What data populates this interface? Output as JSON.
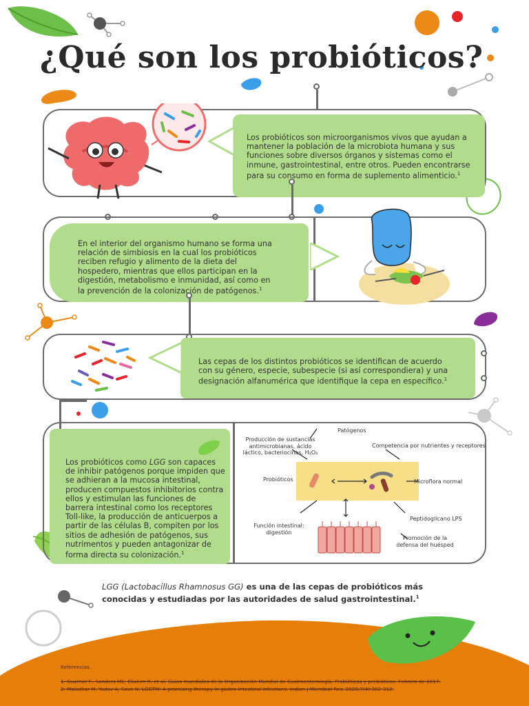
{
  "title": "¿Qué son los probióticos?",
  "colors": {
    "green": "#b1dc8c",
    "orange": "#e67e0a",
    "frame": "#6a6a6a",
    "blue": "#3b9ee8",
    "red": "#e8232a",
    "purple": "#8a2d9a"
  },
  "sections": [
    {
      "text": "Los probióticos son microorganismos vivos que ayudan a mantener la población de la microbiota humana y sus funciones sobre diversos órganos y sistemas como el inmune, gastrointestinal, entre otros. Pueden encontrarse para su consumo en forma de suplemento alimenticio.",
      "ref": "1",
      "illustration": "intestine-character-icon"
    },
    {
      "text": "En el interior del organismo humano se forma una relación de simbiosis en la cual los probióticos reciben refugio y alimento de la dieta del hospedero, mientras que ellos participan en la digestión, metabolismo e inmunidad, así como en la prevención de la colonización de patógenos.",
      "ref": "1",
      "illustration": "stomach-eating-icon"
    },
    {
      "text": "Las cepas de los distintos probióticos se identifican de acuerdo con su género, especie, subespecie (si así correspondiera) y una designación alfanumérica que identifique la cepa en específico.",
      "ref": "1",
      "illustration": "bacteria-cluster-icon"
    },
    {
      "text_before": "Los probióticos como ",
      "text_italic": "LGG",
      "text_after": " son capaces de inhibir patógenos porque impiden que se adhieran a la mucosa intestinal, producen compuestos inhibitorios contra ellos y estimulan las funciones de barrera intestinal como los receptores Toll-like, la producción de anticuerpos a partir de las células B, compiten por los sitios de adhesión de patógenos, sus nutrimentos y pueden antagonizar de forma directa su colonización.",
      "ref": "1"
    }
  ],
  "diagram": {
    "patogenos": "Patógenos",
    "produccion_line1": "Producción de sustancias",
    "produccion_line2": "antimicrobianas, ácido",
    "produccion_line3": "láctico, bacteriocinas, H₂O₂",
    "competencia": "Competencia por nutrientes y receptores",
    "probioticos": "Probióticos",
    "microflora": "Microflora normal",
    "funcion_line1": "Función intestinal:",
    "funcion_line2": "digestión",
    "peptidoglicano": "Peptidoglicano LPS",
    "promocion_line1": "Promoción de la",
    "promocion_line2": "defensa del huésped"
  },
  "bottom": {
    "italic": "LGG (Lactobacillus Rhamnosus GG)",
    "rest": " es una de las cepas de probióticos más conocidas y estudiadas por las autoridades de salud gastrointestinal.",
    "ref": "1"
  },
  "references": {
    "heading": "Referencias.",
    "items": [
      "1. Guarner F., Sanders ME, Eliakim R, et al. Guías mundiales de la Organización Mundial de Gastroenterología. Probióticos y prebióticos. Febrero de 2017.",
      "2. Maladkar M, Yadav A, Save N. LGGTM: A promising therapy in gastro-intestinal infections. Indian J Microbiol Res. 2020;7(4):302-312."
    ]
  }
}
